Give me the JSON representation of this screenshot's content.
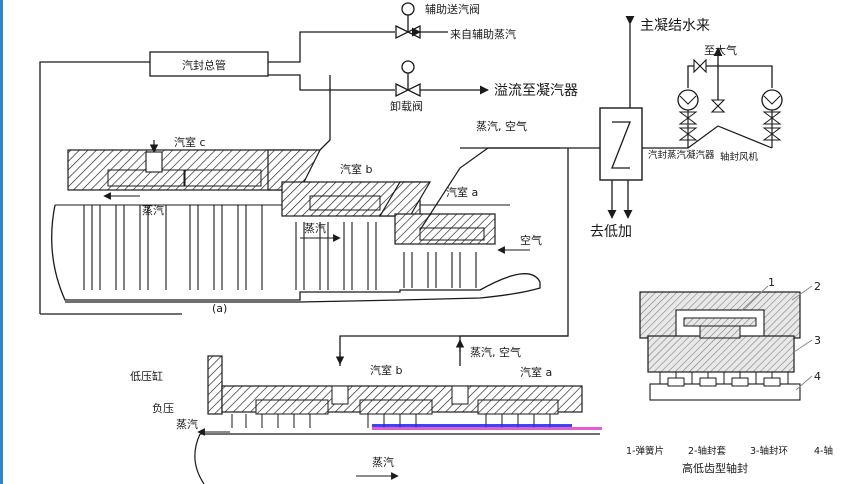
{
  "labels": {
    "aux_valve": "辅助送汽阀",
    "from_aux_steam": "来自辅助蒸汽",
    "header": "汽封总管",
    "unload_valve": "卸载阀",
    "overflow": "溢流至凝汽器",
    "main_condensate": "主凝结水来",
    "to_atmosphere": "至大气",
    "seal_condenser": "汽封蒸汽凝汽器",
    "seal_fan": "轴封风机",
    "to_lp_heater": "去低加",
    "steam_air_top": "蒸汽, 空气",
    "chamber_c": "汽室 c",
    "chamber_b_top": "汽室 b",
    "chamber_a_top": "汽室 a",
    "steam_1": "蒸汽",
    "steam_2": "蒸汽",
    "air": "空气",
    "fig_a": "(a)",
    "lp_cylinder": "低压缸",
    "negative_pressure": "负压",
    "chamber_b_bottom": "汽室 b",
    "chamber_a_bottom": "汽室 a",
    "steam_air_bottom": "蒸汽, 空气",
    "steam_bottom_left": "蒸汽",
    "steam_bottom_shaft": "蒸汽"
  },
  "seal_detail": {
    "callouts": [
      "1",
      "2",
      "3",
      "4"
    ],
    "legend": [
      "1-弹簧片",
      "2-轴封套",
      "3-轴封环",
      "4-轴"
    ],
    "caption": "高低齿型轴封"
  },
  "colors": {
    "line": "#1a1a1a",
    "hatch_gray": "#9a9a9a",
    "frame_accent": "#2f86c9",
    "artifact_blue": "#2233ee",
    "artifact_magenta": "#e040c8"
  },
  "icons": [
    "valve-icon",
    "fan-icon",
    "heat-exchanger-icon"
  ]
}
